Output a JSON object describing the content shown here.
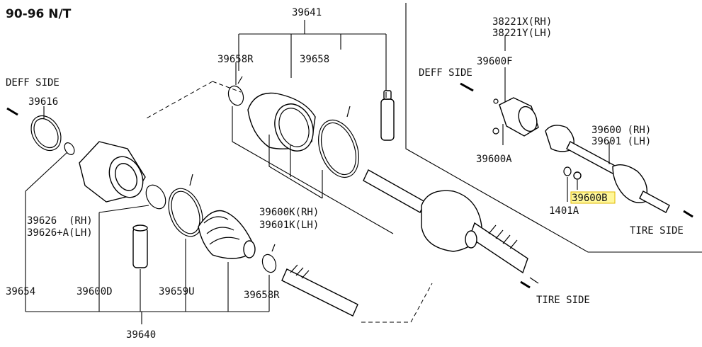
{
  "title": "90-96 N/T",
  "labels": {
    "p39641": "39641",
    "p39658R_top": "39658R",
    "p39658_top": "39658",
    "deff_side_left": "DEFF SIDE",
    "p39616": "39616",
    "p39626_rh": "39626  (RH)",
    "p39626_lh": "39626+A(LH)",
    "p39654": "39654",
    "p39600D": "39600D",
    "p39659U": "39659U",
    "p39658R_bottom": "39658R",
    "p39640": "39640",
    "p39600K_rh": "39600K(RH)",
    "p39601K_lh": "39601K(LH)",
    "tire_side_mid": "TIRE SIDE",
    "p38221X_rh": "38221X(RH)",
    "p38221Y_lh": "38221Y(LH)",
    "p39600F": "39600F",
    "deff_side_right": "DEFF SIDE",
    "p39600A": "39600A",
    "p39600_rh": "39600 (RH)",
    "p39601_lh": "39601 (LH)",
    "p39600B": "39600B",
    "p1401A": "1401A",
    "tire_side_right": "TIRE SIDE"
  },
  "highlight": {
    "part": "39600B",
    "color": "#fff79a"
  }
}
